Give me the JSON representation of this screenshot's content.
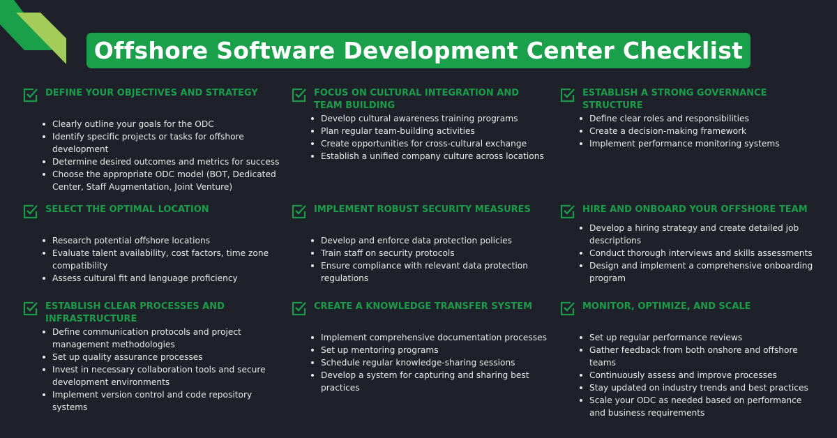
{
  "title": "Offshore Software Development Center Checklist",
  "colors": {
    "background": "#1e2129",
    "accent": "#1a9f4a",
    "accent_light": "#a3cc5a",
    "text": "#e9eaee"
  },
  "sections": [
    {
      "heading": "DEFINE YOUR OBJECTIVES AND STRATEGY",
      "items": [
        "Clearly outline your goals for the ODC",
        "Identify specific projects or tasks for offshore development",
        "Determine desired outcomes and metrics for success",
        "Choose the appropriate ODC model (BOT, Dedicated Center, Staff Augmentation, Joint Venture)"
      ]
    },
    {
      "heading": "FOCUS ON CULTURAL INTEGRATION AND TEAM BUILDING",
      "items": [
        "Develop cultural awareness training programs",
        "Plan regular team-building activities",
        "Create opportunities for cross-cultural exchange",
        "Establish a unified company culture across locations"
      ]
    },
    {
      "heading": "ESTABLISH A STRONG GOVERNANCE STRUCTURE",
      "items": [
        "Define clear roles and responsibilities",
        "Create a decision-making framework",
        "Implement performance monitoring systems"
      ]
    },
    {
      "heading": "SELECT THE OPTIMAL LOCATION",
      "items": [
        "Research potential offshore locations",
        "Evaluate talent availability, cost factors, time zone compatibility",
        "Assess cultural fit and language proficiency"
      ]
    },
    {
      "heading": "IMPLEMENT ROBUST SECURITY MEASURES",
      "items": [
        "Develop and enforce data protection policies",
        "Train staff on security protocols",
        "Ensure compliance with relevant data protection regulations"
      ]
    },
    {
      "heading": "HIRE AND ONBOARD YOUR OFFSHORE TEAM",
      "items": [
        "Develop a hiring strategy and create detailed job descriptions",
        "Conduct thorough interviews and skills assessments",
        "Design and implement a comprehensive onboarding program"
      ]
    },
    {
      "heading": "ESTABLISH CLEAR PROCESSES AND INFRASTRUCTURE",
      "items": [
        "Define communication protocols and project management methodologies",
        "Set up quality assurance processes",
        "Invest in necessary collaboration tools and secure development environments",
        "Implement version control and code repository systems"
      ]
    },
    {
      "heading": "CREATE A KNOWLEDGE TRANSFER SYSTEM",
      "items": [
        "Implement comprehensive documentation processes",
        "Set up mentoring programs",
        "Schedule regular knowledge-sharing sessions",
        "Develop a system for capturing and sharing best practices"
      ]
    },
    {
      "heading": "MONITOR, OPTIMIZE, AND SCALE",
      "items": [
        "Set up regular performance reviews",
        "Gather feedback from both onshore and offshore teams",
        "Continuously assess and improve processes",
        "Stay updated on industry trends and best practices",
        "Scale your ODC as needed based on performance and business requirements"
      ]
    }
  ]
}
